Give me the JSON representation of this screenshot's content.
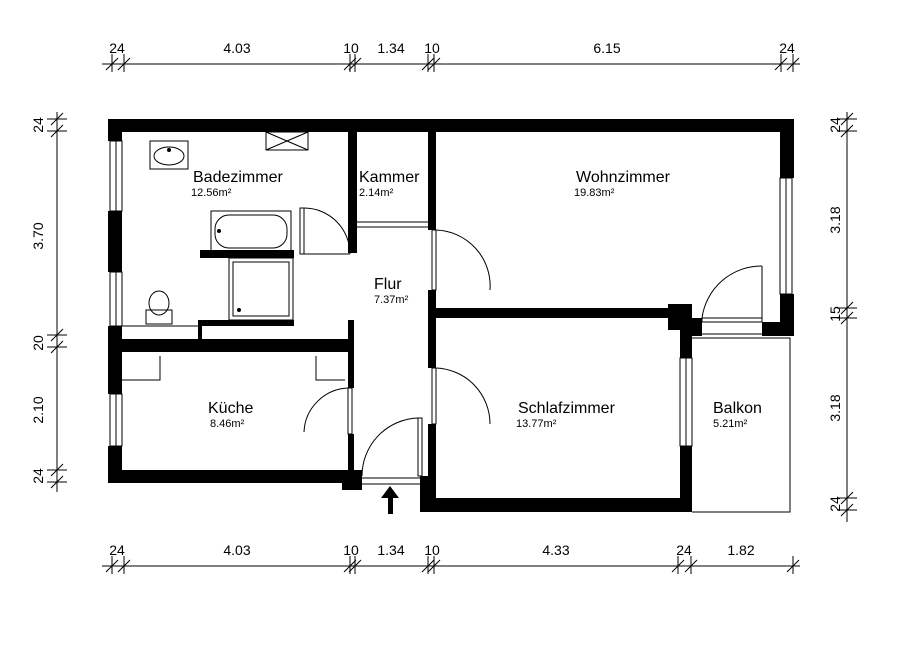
{
  "rooms": {
    "badezimmer": {
      "name": "Badezimmer",
      "area": "12.56m²"
    },
    "kammer": {
      "name": "Kammer",
      "area": "2.14m²"
    },
    "wohnzimmer": {
      "name": "Wohnzimmer",
      "area": "19.83m²"
    },
    "flur": {
      "name": "Flur",
      "area": "7.37m²"
    },
    "kueche": {
      "name": "Küche",
      "area": "8.46m²"
    },
    "schlafzimmer": {
      "name": "Schlafzimmer",
      "area": "13.77m²"
    },
    "balkon": {
      "name": "Balkon",
      "area": "5.21m²"
    }
  },
  "dimensions": {
    "top": [
      "24",
      "4.03",
      "10",
      "1.34",
      "10",
      "6.15",
      "24"
    ],
    "bottom": [
      "24",
      "4.03",
      "10",
      "1.34",
      "10",
      "4.33",
      "24",
      "1.82"
    ],
    "left": [
      "24",
      "3.70",
      "20",
      "2.10",
      "24"
    ],
    "right": [
      "24",
      "3.18",
      "15",
      "3.18",
      "24"
    ]
  },
  "colors": {
    "wall": "#000000",
    "background": "#ffffff"
  }
}
